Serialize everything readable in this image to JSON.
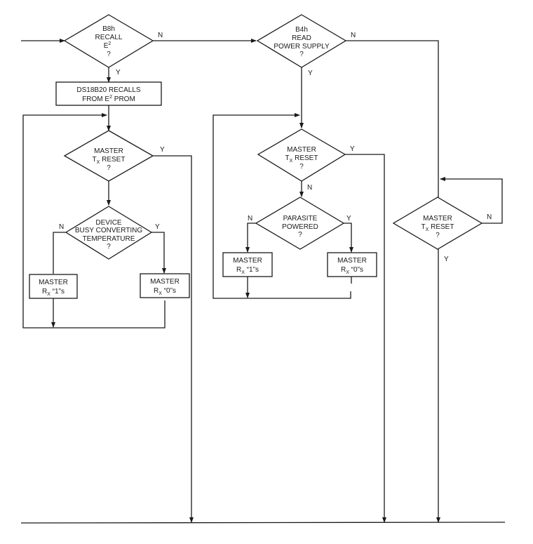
{
  "diagram": {
    "type": "flowchart",
    "nodes": {
      "recall_e2": {
        "lines": [
          "B8h",
          "RECALL",
          "E",
          "?"
        ],
        "superscript": "2",
        "yes": "Y",
        "no": "N"
      },
      "recalls_box": {
        "line1": "DS18B20 RECALLS",
        "line2_pre": "FROM E",
        "line2_sup": "2",
        "line2_post": " PROM"
      },
      "read_power": {
        "lines": [
          "B4h",
          "READ",
          "POWER SUPPLY",
          "?"
        ],
        "yes": "Y",
        "no": "N"
      },
      "tx_reset_1": {
        "line1": "MASTER",
        "line2_main": "T",
        "line2_sub": "X",
        "line2_post": " RESET",
        "line3": "?",
        "yes": "Y"
      },
      "busy_converting": {
        "lines": [
          "DEVICE",
          "BUSY CONVERTING",
          "TEMPERATURE",
          "?"
        ],
        "yes": "Y",
        "no": "N"
      },
      "rx1_left": {
        "line1": "MASTER",
        "line2_main": "R",
        "line2_sub": "X",
        "line2_post": " “1”s"
      },
      "rx0_left": {
        "line1": "MASTER",
        "line2_main": "R",
        "line2_sub": "X",
        "line2_post": " “0”s"
      },
      "tx_reset_2": {
        "line1": "MASTER",
        "line2_main": "T",
        "line2_sub": "X",
        "line2_post": " RESET",
        "line3": "?",
        "yes": "Y",
        "no": "N"
      },
      "parasite": {
        "lines": [
          "PARASITE",
          "POWERED",
          "?"
        ],
        "yes": "Y",
        "no": "N"
      },
      "rx1_mid": {
        "line1": "MASTER",
        "line2_main": "R",
        "line2_sub": "X",
        "line2_post": " “1”s"
      },
      "rx0_mid": {
        "line1": "MASTER",
        "line2_main": "R",
        "line2_sub": "X",
        "line2_post": " “0”s"
      },
      "tx_reset_3": {
        "line1": "MASTER",
        "line2_main": "T",
        "line2_sub": "X",
        "line2_post": " RESET",
        "line3": "?",
        "yes": "Y",
        "no": "N"
      }
    }
  }
}
